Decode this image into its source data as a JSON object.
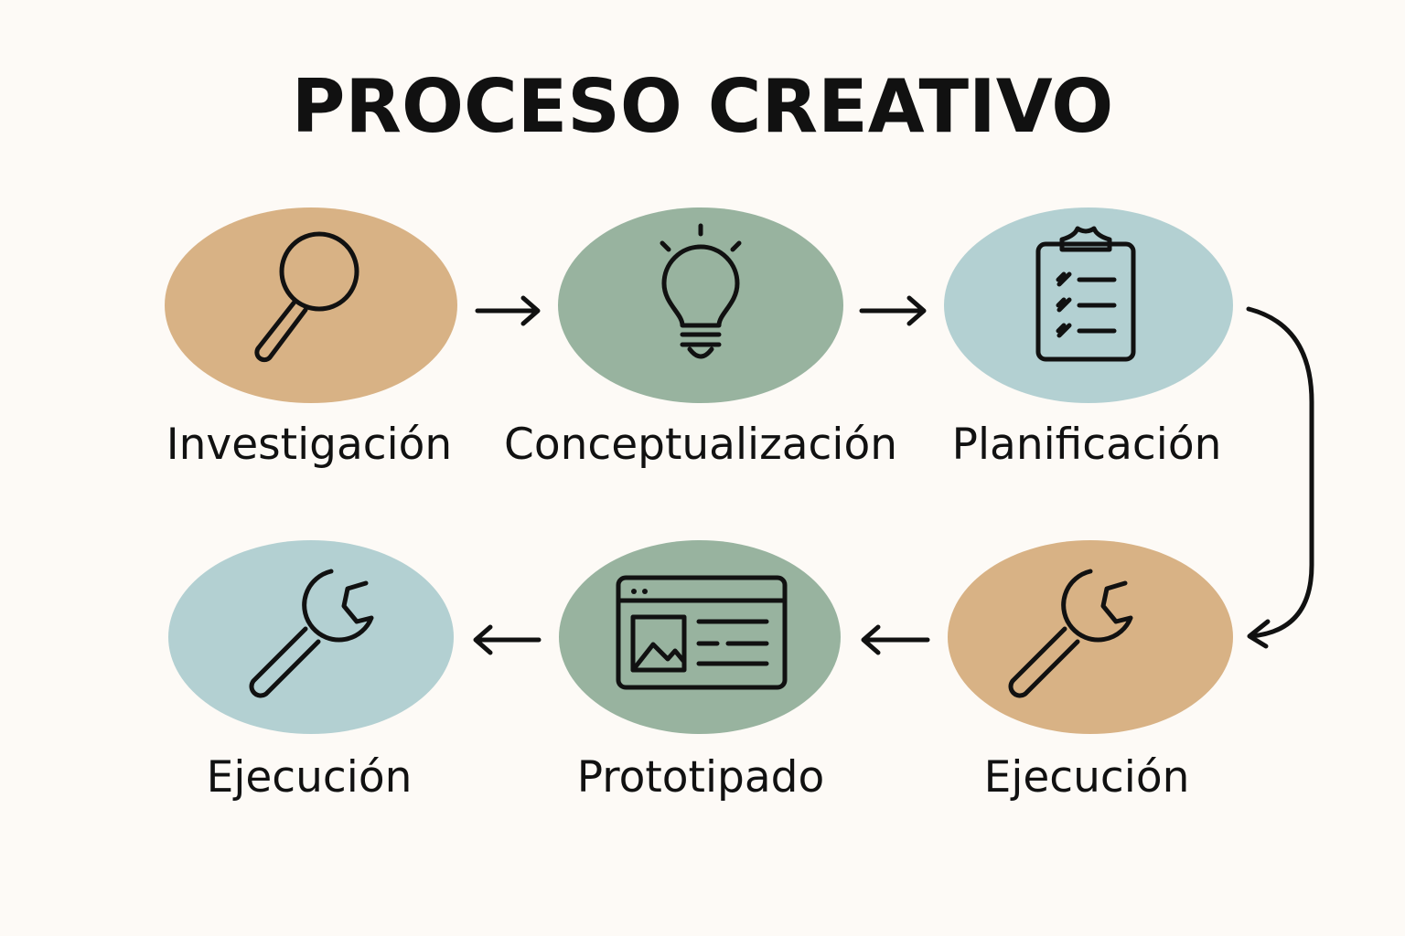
{
  "diagram": {
    "title": "PROCESO CREATIVO",
    "colors": {
      "background": "#fdfaf6",
      "sand": "#d8b285",
      "sage": "#98b39f",
      "sky": "#b3d0d2",
      "stroke": "#111111"
    },
    "steps": [
      {
        "label": "Investigación",
        "icon": "magnifier-icon",
        "color": "#d8b285"
      },
      {
        "label": "Conceptualización",
        "icon": "lightbulb-icon",
        "color": "#98b39f"
      },
      {
        "label": "Planificación",
        "icon": "clipboard-checklist-icon",
        "color": "#b3d0d2"
      },
      {
        "label": "Ejecución",
        "icon": "wrench-icon",
        "color": "#d8b285"
      },
      {
        "label": "Prototipado",
        "icon": "browser-window-icon",
        "color": "#98b39f"
      },
      {
        "label": "Ejecución",
        "icon": "wrench-icon",
        "color": "#b3d0d2"
      }
    ],
    "connectors": [
      {
        "from": "Investigación",
        "to": "Conceptualización",
        "style": "arrow-right"
      },
      {
        "from": "Conceptualización",
        "to": "Planificación",
        "style": "arrow-right"
      },
      {
        "from": "Planificación",
        "to": "Ejecución",
        "style": "curved-arrow-down"
      },
      {
        "from": "Ejecución",
        "to": "Prototipado",
        "style": "arrow-left"
      },
      {
        "from": "Prototipado",
        "to": "Ejecución",
        "style": "arrow-left"
      }
    ]
  }
}
